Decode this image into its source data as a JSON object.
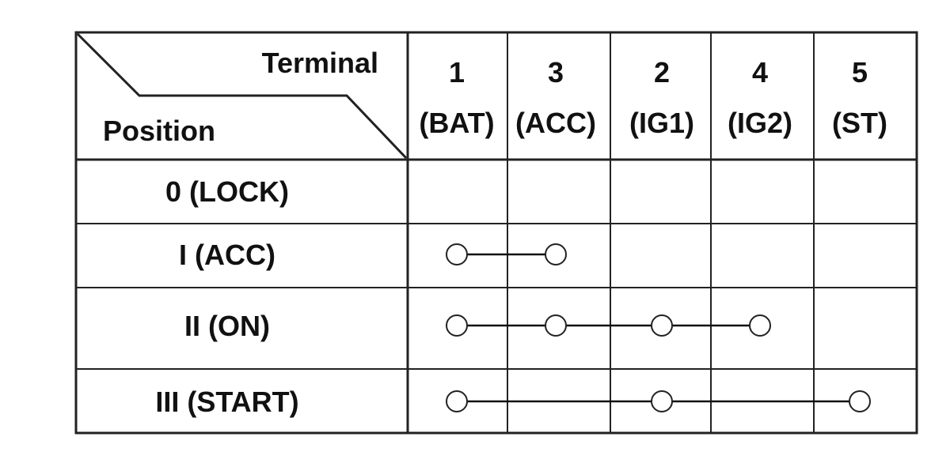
{
  "header": {
    "terminal_label": "Terminal",
    "position_label": "Position"
  },
  "terminals": [
    {
      "number": "1",
      "name": "(BAT)"
    },
    {
      "number": "3",
      "name": "(ACC)"
    },
    {
      "number": "2",
      "name": "(IG1)"
    },
    {
      "number": "4",
      "name": "(IG2)"
    },
    {
      "number": "5",
      "name": "(ST)"
    }
  ],
  "positions": [
    {
      "label": "0 (LOCK)",
      "connected": []
    },
    {
      "label": "I (ACC)",
      "connected": [
        0,
        1
      ]
    },
    {
      "label": "II (ON)",
      "connected": [
        0,
        1,
        2,
        3
      ]
    },
    {
      "label": "III (START)",
      "connected": [
        0,
        2,
        4
      ]
    }
  ]
}
